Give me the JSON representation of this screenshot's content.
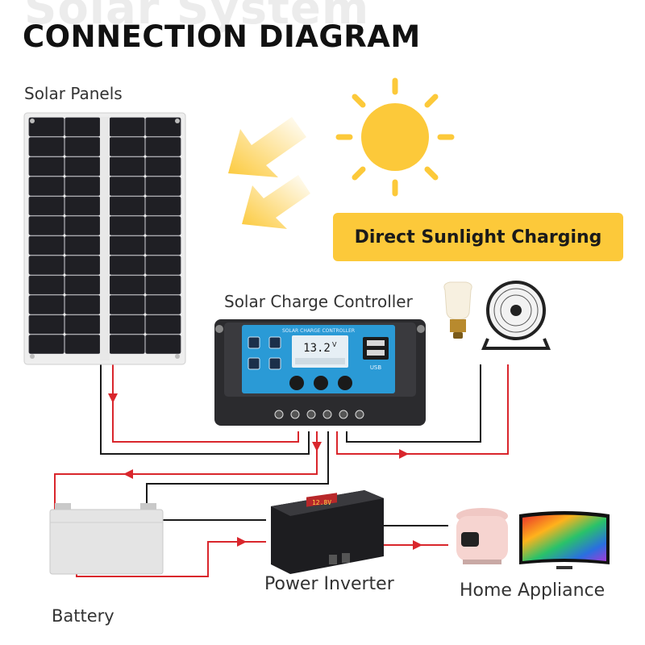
{
  "header": {
    "watermark": "Solar System",
    "title": "CONNECTION DIAGRAM"
  },
  "banner": {
    "text": "Direct Sunlight Charging"
  },
  "labels": {
    "solar_panels": "Solar Panels",
    "charge_controller": "Solar Charge Controller",
    "power_inverter": "Power Inverter",
    "home_appliance": "Home Appliance",
    "battery": "Battery"
  },
  "controller": {
    "screen_title": "SOLAR CHARGE CONTROLLER",
    "voltage_readout": "13.2",
    "voltage_unit": "V",
    "usb_label": "USB"
  },
  "inverter": {
    "display": "12.8V"
  },
  "colors": {
    "sun": "#fcc93a",
    "banner": "#fcc93a",
    "wire_red": "#d9262c",
    "wire_black": "#1a1a1a",
    "controller_screen": "#2a9ad6",
    "panel_cell": "#1f1f24"
  },
  "icons": [
    "sun-icon",
    "sunlight-arrow-icon",
    "solar-panel-icon",
    "charge-controller-icon",
    "led-bulb-icon",
    "desk-fan-icon",
    "battery-icon",
    "power-inverter-icon",
    "rice-cooker-icon",
    "television-icon",
    "flow-arrow-icon"
  ]
}
